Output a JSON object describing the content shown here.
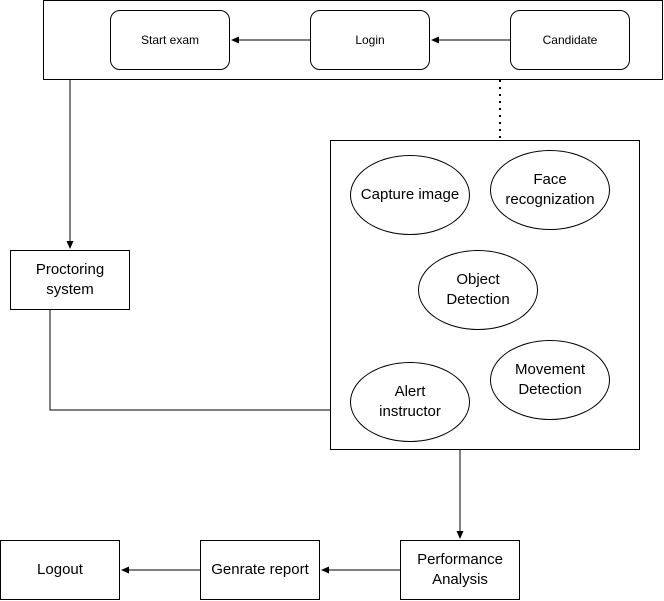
{
  "nodes": {
    "start_exam": "Start exam",
    "login": "Login",
    "candidate": "Candidate",
    "proctoring_system": "Proctoring\nsystem",
    "capture_image": "Capture image",
    "face_recognization": "Face\nrecognization",
    "object_detection": "Object\nDetection",
    "alert_instructor": "Alert\ninstructor",
    "movement_detection": "Movement\nDetection",
    "performance_analysis": "Performance\nAnalysis",
    "genrate_report": "Genrate report",
    "logout": "Logout"
  },
  "edges": [
    {
      "from": "Candidate",
      "to": "Login",
      "style": "arrow"
    },
    {
      "from": "Login",
      "to": "Start exam",
      "style": "arrow"
    },
    {
      "from": "top group",
      "to": "Proctoring system",
      "style": "arrow"
    },
    {
      "from": "top group",
      "to": "detection group",
      "style": "dotted"
    },
    {
      "from": "Proctoring system",
      "to": "detection group",
      "style": "line"
    },
    {
      "from": "detection group",
      "to": "Performance Analysis",
      "style": "arrow"
    },
    {
      "from": "Performance Analysis",
      "to": "Genrate report",
      "style": "arrow"
    },
    {
      "from": "Genrate report",
      "to": "Logout",
      "style": "arrow"
    }
  ],
  "colors": {
    "stroke": "#000000",
    "fill": "#ffffff"
  }
}
